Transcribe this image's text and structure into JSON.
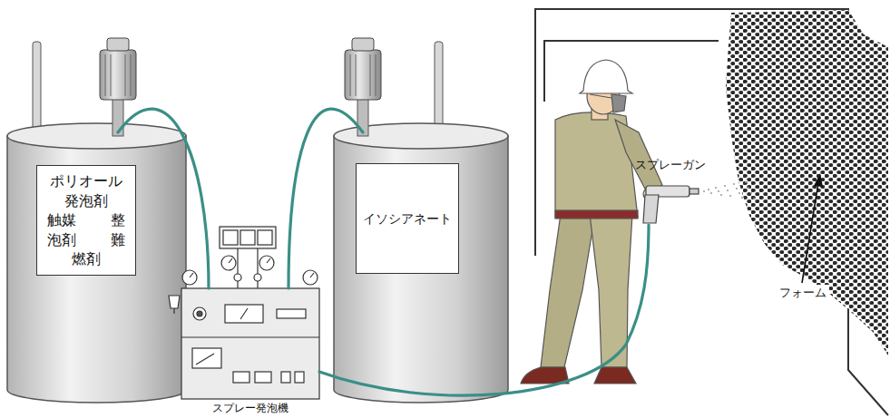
{
  "diagram": {
    "nodes": [
      {
        "text": [
          "ポリオール 発泡剤 触媒 整泡剤 難燃剤"
        ]
      },
      {
        "text": [
          "イソシアネート"
        ]
      },
      {
        "text": [
          "スプレー発泡機"
        ]
      },
      {
        "text": [
          "スプレーガン"
        ]
      }
    ],
    "edges": [
      {
        "from": 0,
        "to": 2,
        "arrow": "none"
      },
      {
        "from": 1,
        "to": 2,
        "arrow": "none"
      },
      {
        "from": 2,
        "to": 3,
        "arrow": "none"
      }
    ],
    "labels": [
      "フォーム"
    ]
  }
}
